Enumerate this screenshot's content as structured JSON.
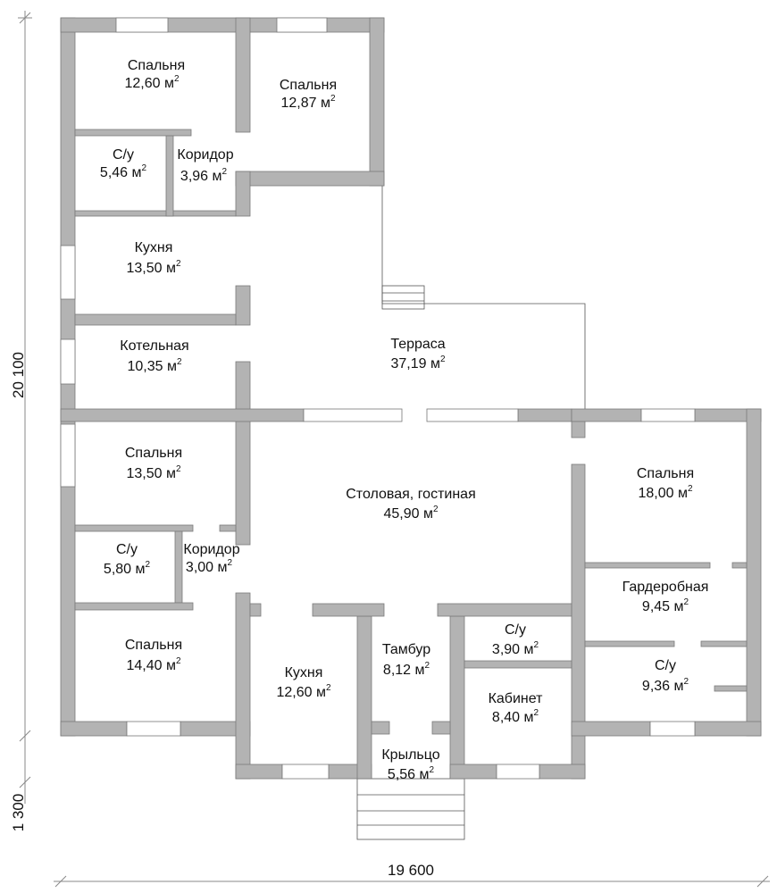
{
  "dimensions": {
    "height_main": "20 100",
    "height_porch": "1 300",
    "width": "19 600"
  },
  "area_unit": "м",
  "rooms": [
    {
      "name": "Спальня",
      "area": "12,60"
    },
    {
      "name": "Спальня",
      "area": "12,87"
    },
    {
      "name": "С/у",
      "area": "5,46"
    },
    {
      "name": "Коридор",
      "area": "3,96"
    },
    {
      "name": "Кухня",
      "area": "13,50"
    },
    {
      "name": "Котельная",
      "area": "10,35"
    },
    {
      "name": "Терраса",
      "area": "37,19"
    },
    {
      "name": "Спальня",
      "area": "13,50"
    },
    {
      "name": "Столовая, гостиная",
      "area": "45,90"
    },
    {
      "name": "Спальня",
      "area": "18,00"
    },
    {
      "name": "С/у",
      "area": "5,80"
    },
    {
      "name": "Коридор",
      "area": "3,00"
    },
    {
      "name": "Гардеробная",
      "area": "9,45"
    },
    {
      "name": "С/у",
      "area": "3,90"
    },
    {
      "name": "Спальня",
      "area": "14,40"
    },
    {
      "name": "Кухня",
      "area": "12,60"
    },
    {
      "name": "Тамбур",
      "area": "8,12"
    },
    {
      "name": "Кабинет",
      "area": "8,40"
    },
    {
      "name": "С/у",
      "area": "9,36"
    },
    {
      "name": "Крыльцо",
      "area": "5,56"
    }
  ]
}
